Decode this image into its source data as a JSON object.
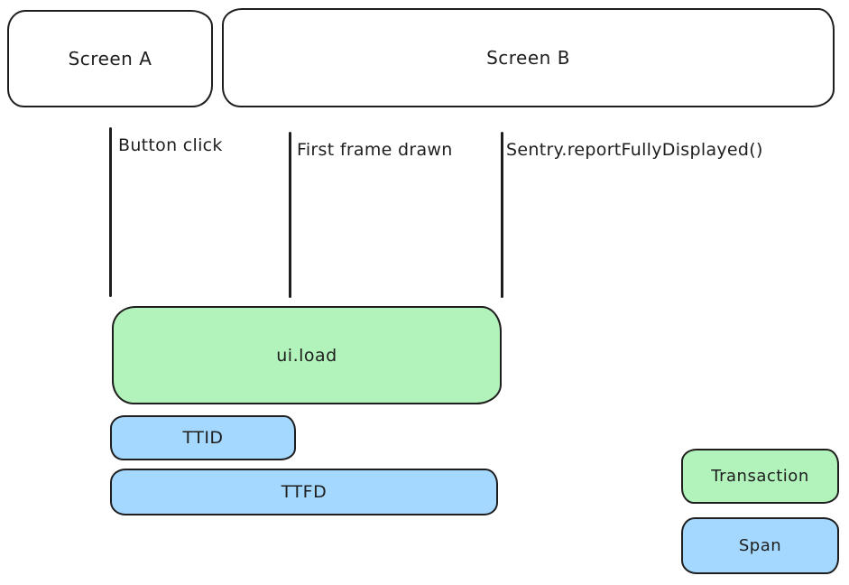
{
  "colors": {
    "background": "#ffffff",
    "stroke": "#1e1e1e",
    "green_fill": "#b2f2bb",
    "blue_fill": "#a5d8ff"
  },
  "screens": {
    "screen_a": "Screen A",
    "screen_b": "Screen B"
  },
  "events": [
    {
      "label": "Button click"
    },
    {
      "label": "First frame drawn"
    },
    {
      "label": "Sentry.reportFullyDisplayed()"
    }
  ],
  "bars": {
    "transaction": {
      "label": "ui.load"
    },
    "ttid": {
      "label": "TTID"
    },
    "ttfd": {
      "label": "TTFD"
    }
  },
  "legend": {
    "transaction": {
      "label": "Transaction"
    },
    "span": {
      "label": "Span"
    }
  }
}
